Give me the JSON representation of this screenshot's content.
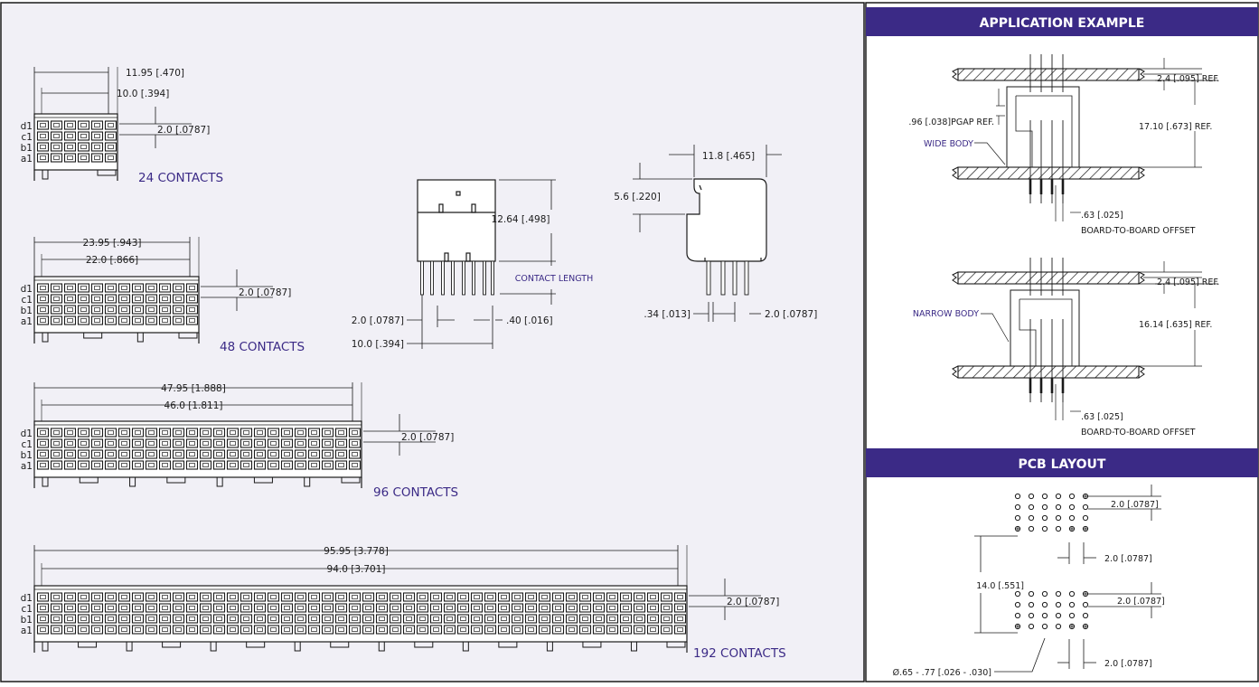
{
  "colors": {
    "panel_left_bg": "#f1f0f6",
    "header_bg": "#3b2a86",
    "accent_text": "#3b2a86",
    "line": "#1a1a1a"
  },
  "row_labels": [
    "d1",
    "c1",
    "b1",
    "a1"
  ],
  "connectors": [
    {
      "count_label": "24 CONTACTS",
      "columns": 6,
      "overall": "11.95 [.470]",
      "span": "10.0 [.394]",
      "pitch": "2.0 [.0787]"
    },
    {
      "count_label": "48 CONTACTS",
      "columns": 12,
      "overall": "23.95 [.943]",
      "span": "22.0 [.866]",
      "pitch": "2.0 [.0787]"
    },
    {
      "count_label": "96 CONTACTS",
      "columns": 24,
      "overall": "47.95 [1.888]",
      "span": "46.0 [1.811]",
      "pitch": "2.0 [.0787]"
    },
    {
      "count_label": "192 CONTACTS",
      "columns": 48,
      "overall": "95.95 [3.778]",
      "span": "94.0 [3.701]",
      "pitch": "2.0 [.0787]"
    }
  ],
  "front_view": {
    "height": "12.64 [.498]",
    "contact_length": "CONTACT LENGTH",
    "pitch": "2.0 [.0787]",
    "pin_width": ".40 [.016]",
    "span": "10.0 [.394]"
  },
  "side_view": {
    "width": "11.8 [.465]",
    "step": "5.6 [.220]",
    "offset": ".34 [.013]",
    "pitch": "2.0 [.0787]"
  },
  "application": {
    "header": "APPLICATION EXAMPLE",
    "top": {
      "board": "2.4 [.095] REF.",
      "gap": ".96 [.038]PGAP REF.",
      "height": "17.10 [.673] REF.",
      "body": "WIDE BODY",
      "offset": ".63 [.025]",
      "offset_note": "BOARD-TO-BOARD OFFSET"
    },
    "bottom": {
      "board": "2.4 [.095] REF.",
      "height": "16.14 [.635] REF.",
      "body": "NARROW BODY",
      "offset": ".63 [.025]",
      "offset_note": "BOARD-TO-BOARD OFFSET"
    }
  },
  "pcb": {
    "header": "PCB LAYOUT",
    "pitch_v_top": "2.0 [.0787]",
    "pitch_h_top": "2.0 [.0787]",
    "spacing": "14.0 [.551]",
    "pitch_v_bottom": "2.0 [.0787]",
    "pitch_h_bottom": "2.0 [.0787]",
    "hole": "Ø.65 - .77 [.026 - .030]"
  }
}
